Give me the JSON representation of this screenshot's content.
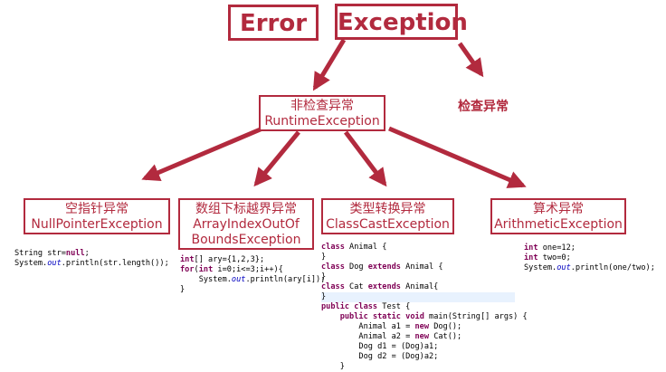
{
  "top": {
    "error": "Error",
    "exception": "Exception"
  },
  "runtime": {
    "cn": "非检查异常",
    "en": "RuntimeException"
  },
  "checked": "检查异常",
  "children": [
    {
      "cn": "空指针异常",
      "en": "NullPointerException"
    },
    {
      "cn": "数组下标越界异常",
      "en": "ArrayIndexOutOf",
      "en2": "BoundsException"
    },
    {
      "cn": "类型转换异常",
      "en": "ClassCastException"
    },
    {
      "cn": "算术异常",
      "en": "ArithmeticException"
    }
  ],
  "code": {
    "npe": [
      [
        [
          "String str=",
          ""
        ],
        [
          "null",
          "kw"
        ],
        [
          ";",
          ""
        ]
      ],
      [
        [
          "System.",
          ""
        ],
        [
          "out",
          "it"
        ],
        [
          ".println(str.length());",
          ""
        ]
      ]
    ],
    "array": [
      [
        [
          "int",
          "kw"
        ],
        [
          "[] ary={1,2,3};",
          ""
        ]
      ],
      [
        [
          "for",
          "kw"
        ],
        [
          "(",
          ""
        ],
        [
          "int",
          "kw"
        ],
        [
          " i=0;i<=3;i++){",
          ""
        ]
      ],
      [
        [
          "    System.",
          ""
        ],
        [
          "out",
          "it"
        ],
        [
          ".println(ary[i]);",
          ""
        ]
      ],
      [
        [
          "}",
          ""
        ]
      ]
    ],
    "cast": [
      [
        [
          "class",
          "kw"
        ],
        [
          " Animal {",
          ""
        ]
      ],
      [
        [
          "}",
          ""
        ]
      ],
      [
        [
          "class",
          "kw"
        ],
        [
          " Dog ",
          ""
        ],
        [
          "extends",
          "kw"
        ],
        [
          " Animal {",
          ""
        ]
      ],
      [
        [
          "}",
          ""
        ]
      ],
      [
        [
          "class",
          "kw"
        ],
        [
          " Cat ",
          ""
        ],
        [
          "extends",
          "kw"
        ],
        [
          " Animal{",
          ""
        ]
      ],
      [
        [
          "}",
          ""
        ]
      ],
      [
        [
          "public",
          "kw"
        ],
        [
          " ",
          ""
        ],
        [
          "class",
          "kw"
        ],
        [
          " Test {",
          ""
        ]
      ],
      [
        [
          "    ",
          ""
        ],
        [
          "public",
          "kw"
        ],
        [
          " ",
          ""
        ],
        [
          "static",
          "kw"
        ],
        [
          " ",
          ""
        ],
        [
          "void",
          "kw"
        ],
        [
          " main(String[] args) {",
          ""
        ]
      ],
      [
        [
          "        Animal a1 = ",
          ""
        ],
        [
          "new",
          "kw"
        ],
        [
          " Dog();",
          ""
        ]
      ],
      [
        [
          "        Animal a2 = ",
          ""
        ],
        [
          "new",
          "kw"
        ],
        [
          " Cat();",
          ""
        ]
      ],
      [
        [
          "        Dog d1 = (Dog)a1;",
          ""
        ]
      ],
      [
        [
          "        Dog d2 = (Dog)a2;",
          ""
        ]
      ],
      [
        [
          "    }",
          ""
        ]
      ]
    ],
    "arith": [
      [
        [
          "int",
          "kw"
        ],
        [
          " one=12;",
          ""
        ]
      ],
      [
        [
          "int",
          "kw"
        ],
        [
          " two=0;",
          ""
        ]
      ],
      [
        [
          "System.",
          ""
        ],
        [
          "out",
          "it"
        ],
        [
          ".println(one/two);",
          ""
        ]
      ]
    ]
  }
}
